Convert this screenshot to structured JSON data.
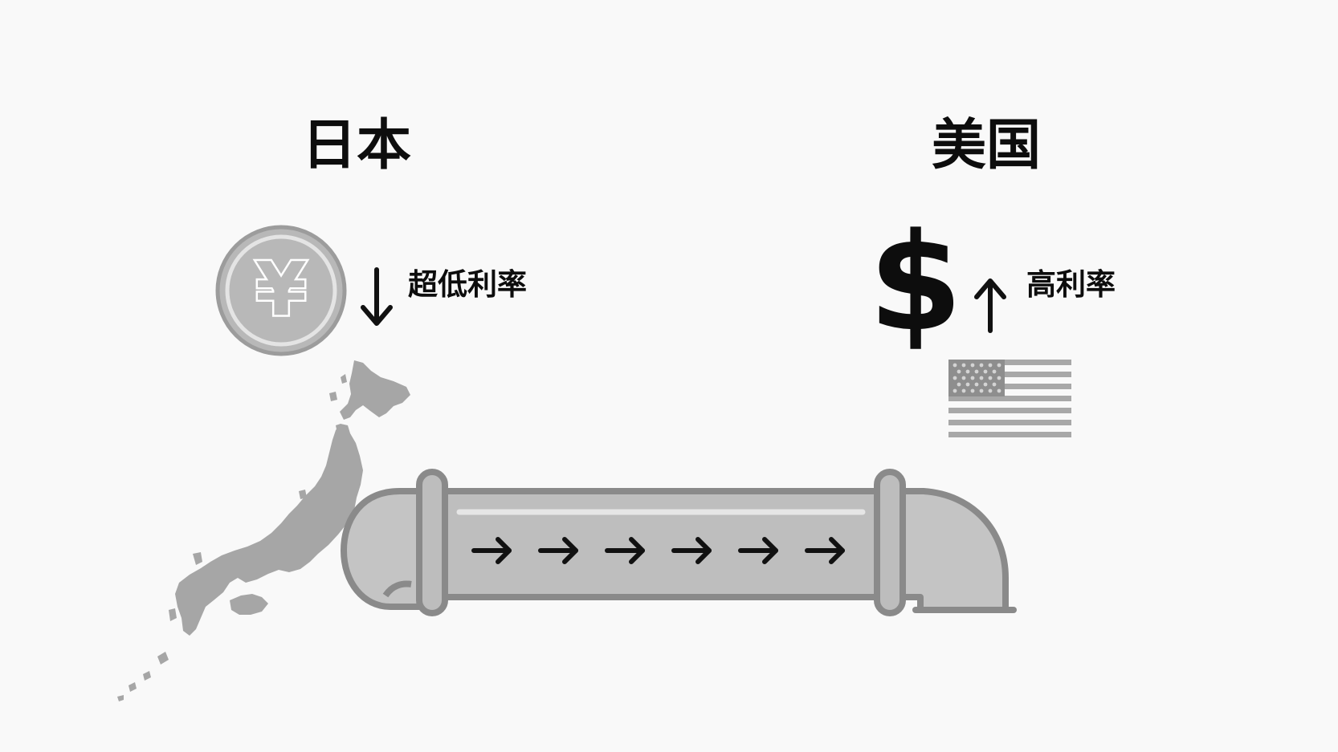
{
  "japan": {
    "title": "日本",
    "rate_label": "超低利率",
    "rate_direction": "down",
    "currency_symbol": "¥"
  },
  "usa": {
    "title": "美国",
    "rate_label": "高利率",
    "rate_direction": "up",
    "currency_symbol": "$"
  },
  "flow": {
    "arrow_count": 6,
    "direction": "right"
  },
  "colors": {
    "background": "#f9f9f9",
    "text": "#0d0d0d",
    "gray_fill": "#b5b5b5",
    "gray_stroke": "#8a8a8a",
    "map": "#a6a6a6"
  }
}
